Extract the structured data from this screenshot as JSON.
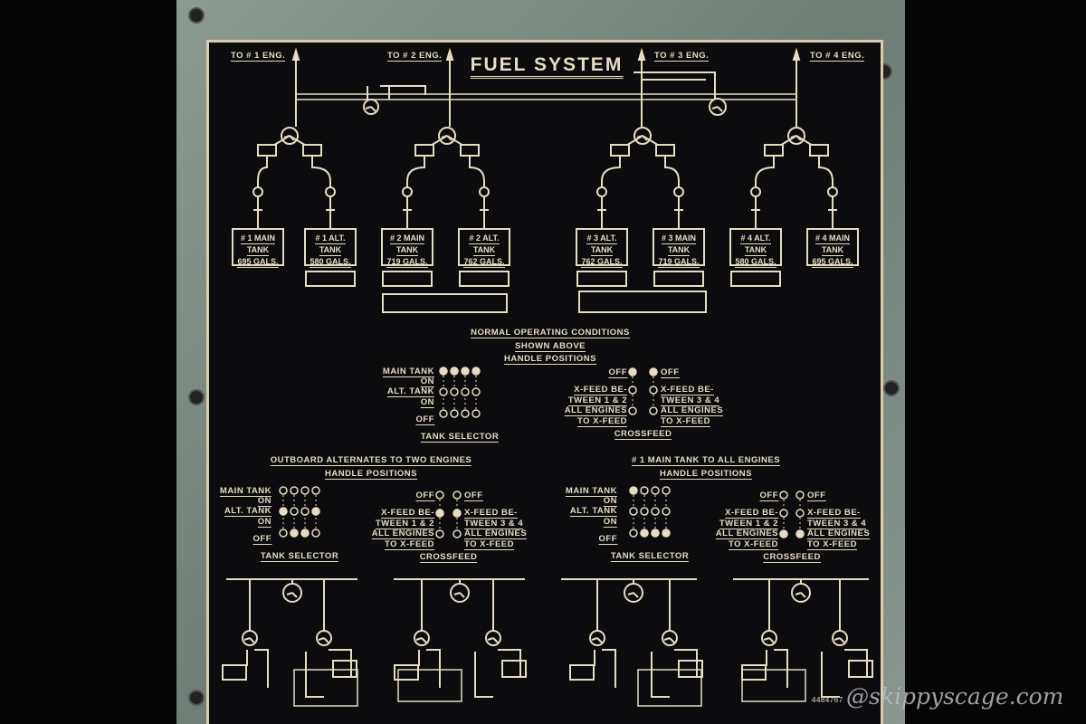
{
  "title": "FUEL SYSTEM",
  "engine_labels": [
    "TO # 1 ENG.",
    "TO # 2 ENG.",
    "TO # 3 ENG.",
    "TO # 4 ENG."
  ],
  "tanks": [
    {
      "name": "# 1 MAIN",
      "kind": "TANK",
      "capacity": "695 GALS."
    },
    {
      "name": "# 1 ALT.",
      "kind": "TANK",
      "capacity": "580 GALS."
    },
    {
      "name": "# 2 MAIN",
      "kind": "TANK",
      "capacity": "719 GALS."
    },
    {
      "name": "# 2 ALT.",
      "kind": "TANK",
      "capacity": "762 GALS."
    },
    {
      "name": "# 3 ALT.",
      "kind": "TANK",
      "capacity": "762 GALS."
    },
    {
      "name": "# 3 MAIN",
      "kind": "TANK",
      "capacity": "719 GALS."
    },
    {
      "name": "# 4 ALT.",
      "kind": "TANK",
      "capacity": "580 GALS."
    },
    {
      "name": "# 4 MAIN",
      "kind": "TANK",
      "capacity": "695 GALS."
    }
  ],
  "normal": {
    "lines": [
      "NORMAL OPERATING CONDITIONS",
      "SHOWN ABOVE",
      "HANDLE POSITIONS"
    ]
  },
  "selector_labels": {
    "main_tank": "MAIN TANK",
    "on": "ON",
    "alt_tank": "ALT. TANK",
    "off": "OFF",
    "caption": "TANK SELECTOR"
  },
  "crossfeed_labels": {
    "off": "OFF",
    "xfeed_a1": "X-FEED BE-",
    "xfeed_a2": "TWEEN 1 & 2",
    "xfeed_b1": "X-FEED BE-",
    "xfeed_b2": "TWEEN 3 & 4",
    "all1": "ALL ENGINES",
    "all2": "TO X-FEED",
    "caption": "CROSSFEED"
  },
  "outboard": {
    "title": "OUTBOARD ALTERNATES TO TWO ENGINES",
    "subtitle": "HANDLE POSITIONS"
  },
  "main1": {
    "title": "# 1 MAIN TANK TO ALL ENGINES",
    "subtitle": "HANDLE POSITIONS"
  },
  "handle_states": {
    "normal_selector": [
      "main",
      "main",
      "main",
      "main"
    ],
    "normal_crossfeed": [
      "off",
      "off"
    ],
    "outboard_selector": [
      "alt",
      "off",
      "off",
      "alt"
    ],
    "outboard_crossfeed": [
      "xfeed",
      "xfeed"
    ],
    "main1_selector": [
      "main",
      "off",
      "off",
      "off"
    ],
    "main1_crossfeed": [
      "all",
      "all"
    ]
  },
  "serial": "4484767",
  "watermark": "@skippyscage.com",
  "colors": {
    "ink": "#e6dcc3",
    "plate": "#0c0c0e",
    "frame": "#7f8c85"
  }
}
